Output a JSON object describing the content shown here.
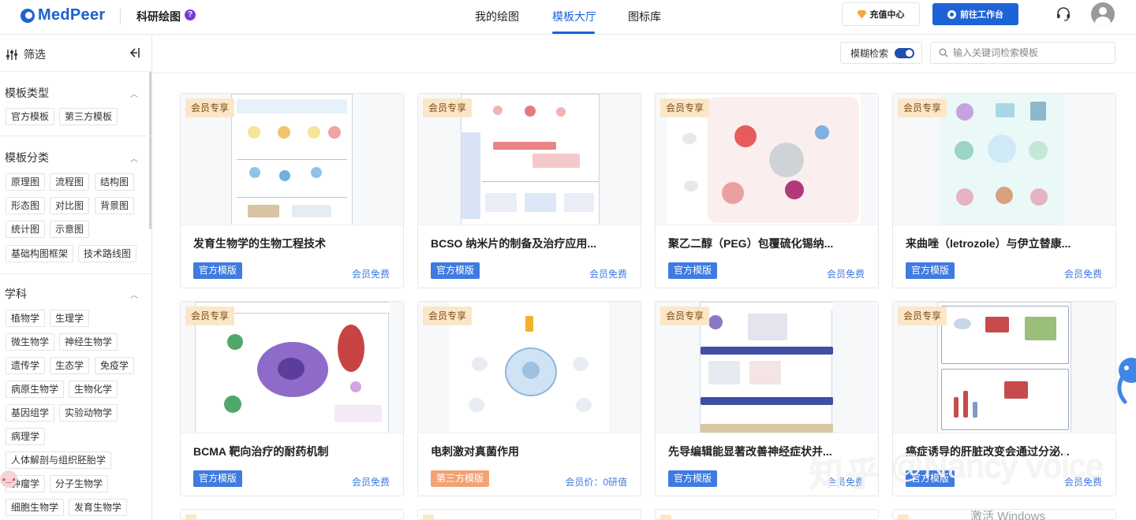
{
  "header": {
    "brand": "MedPeer",
    "app_name": "科研绘图",
    "help": "?",
    "nav": [
      "我的绘图",
      "模板大厅",
      "图标库"
    ],
    "active_nav": "模板大厅",
    "charge_label": "充值中心",
    "workbench_label": "前往工作台"
  },
  "sidebar": {
    "filter_label": "筛选",
    "sections": [
      {
        "title": "模板类型",
        "tags": [
          "官方模板",
          "第三方模板"
        ]
      },
      {
        "title": "模板分类",
        "tags": [
          "原理图",
          "流程图",
          "结构图",
          "形态图",
          "对比图",
          "背景图",
          "统计图",
          "示意图",
          "基础构图框架",
          "技术路线图"
        ]
      },
      {
        "title": "学科",
        "tags": [
          "植物学",
          "生理学",
          "微生物学",
          "神经生物学",
          "遗传学",
          "生态学",
          "免疫学",
          "病原生物学",
          "生物化学",
          "基因组学",
          "实验动物学",
          "病理学",
          "人体解剖与组织胚胎学",
          "肿瘤学",
          "分子生物学",
          "细胞生物学",
          "发育生物学"
        ]
      }
    ]
  },
  "toolbar": {
    "fuzzy_label": "模糊检索",
    "fuzzy_on": true,
    "search_placeholder": "输入关键词检索模板"
  },
  "cards": [
    {
      "badge": "会员专享",
      "title": "发育生物学的生物工程技术",
      "tag": "官方模版",
      "tag_type": "official",
      "price": "会员免费"
    },
    {
      "badge": "会员专享",
      "title": "BCSO 纳米片的制备及治疗应用...",
      "tag": "官方模版",
      "tag_type": "official",
      "price": "会员免费"
    },
    {
      "badge": "会员专享",
      "title": "聚乙二醇（PEG）包覆硫化锡纳...",
      "tag": "官方模版",
      "tag_type": "official",
      "price": "会员免费"
    },
    {
      "badge": "会员专享",
      "title": "来曲唑（letrozole）与伊立替康...",
      "tag": "官方模版",
      "tag_type": "official",
      "price": "会员免费"
    },
    {
      "badge": "会员专享",
      "title": "BCMA 靶向治疗的耐药机制",
      "tag": "官方模版",
      "tag_type": "official",
      "price": "会员免费"
    },
    {
      "badge": "会员专享",
      "title": "电刺激对真菌作用",
      "tag": "第三方模版",
      "tag_type": "third",
      "price": "会员价：0研值"
    },
    {
      "badge": "会员专享",
      "title": "先导编辑能显著改善神经症状并...",
      "tag": "官方模版",
      "tag_type": "official",
      "price": "会员免费"
    },
    {
      "badge": "会员专享",
      "title": "癌症诱导的肝脏改变会通过分泌...",
      "tag": "官方模版",
      "tag_type": "official",
      "price": "会员免费"
    }
  ],
  "watermark": {
    "zhihu": "知乎",
    "author": "@Nancy voice",
    "windows": "激活 Windows"
  },
  "colors": {
    "accent": "#1e63d6",
    "badge_bg": "#fbe7c8",
    "official_tag": "#3f7be0",
    "third_tag": "#f3a274"
  }
}
